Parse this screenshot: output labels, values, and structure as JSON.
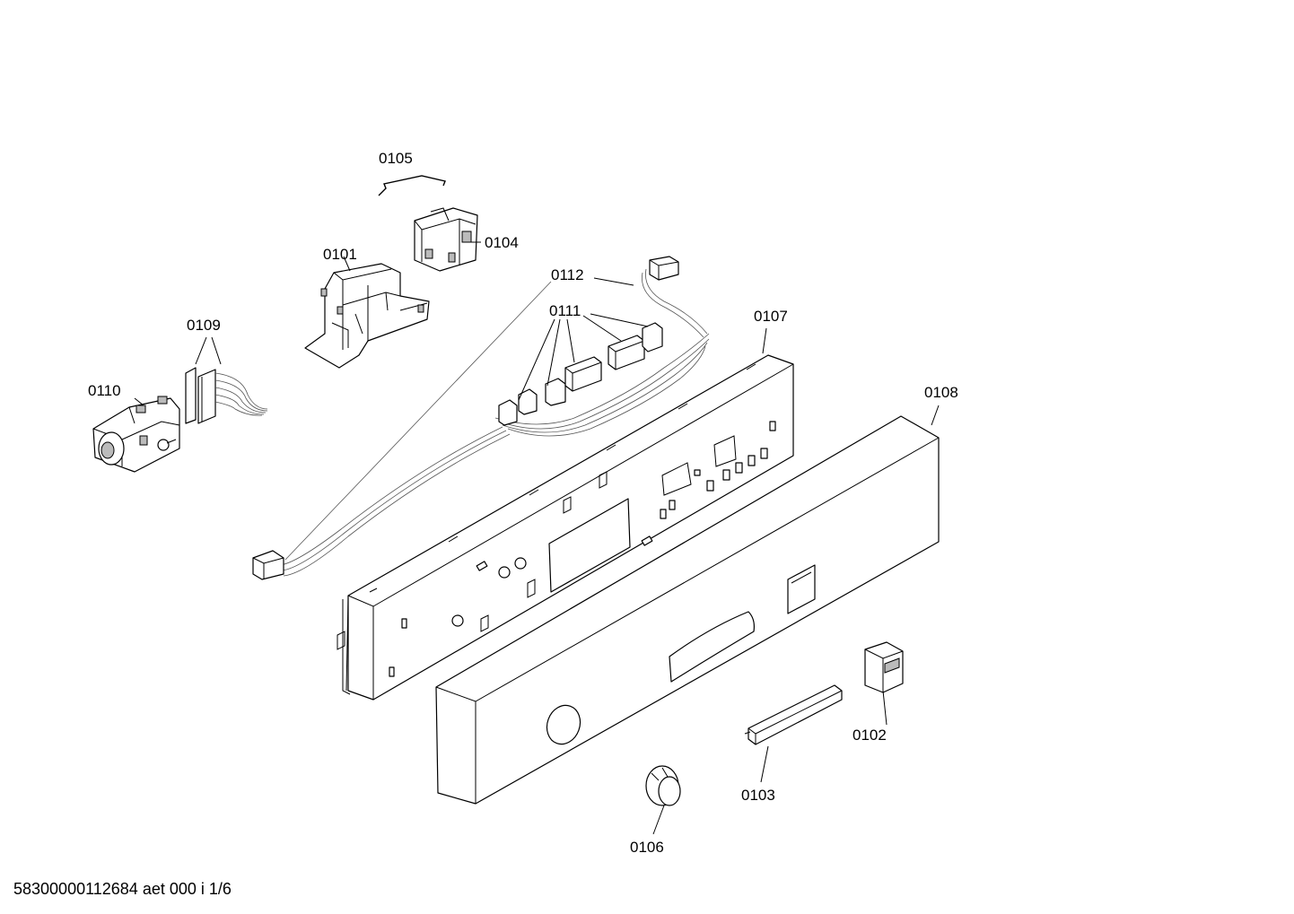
{
  "diagram": {
    "labels": {
      "p0101": "0101",
      "p0102": "0102",
      "p0103": "0103",
      "p0104": "0104",
      "p0105": "0105",
      "p0106": "0106",
      "p0107": "0107",
      "p0108": "0108",
      "p0109": "0109",
      "p0110": "0110",
      "p0111": "0111",
      "p0112": "0112"
    },
    "footer": "58300000112684 aet 000 i 1/6"
  }
}
